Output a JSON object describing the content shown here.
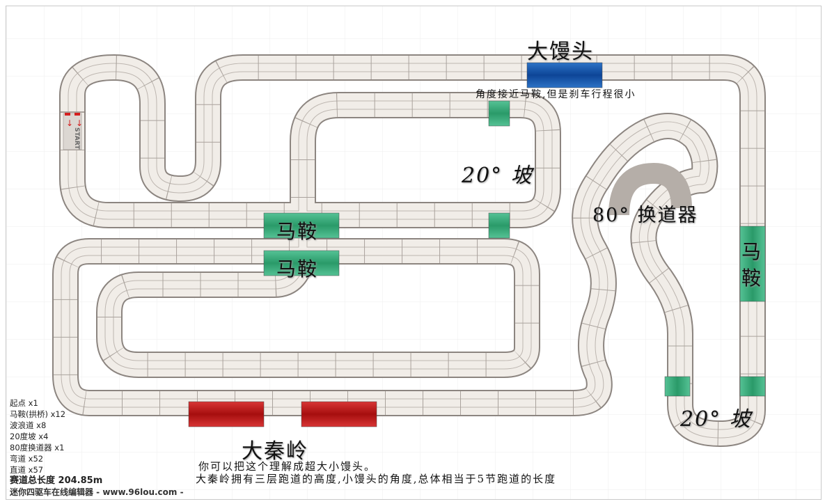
{
  "labels": {
    "big_mantou": "大馒头",
    "note_mantou": "角度接近马鞍,但是刹车行程很小",
    "slope_upper": "20° 坡",
    "changer": "80° 换道器",
    "saddle_1": "马鞍",
    "saddle_2": "马鞍",
    "saddle_right": "马\n鞍",
    "slope_lower": "20° 坡",
    "qinling": "大秦岭",
    "note_qinling_1": "你可以把这个理解成超大小馒头。",
    "note_qinling_2": "大秦岭拥有三层跑道的高度,小馒头的角度,总体相当于5节跑道的长度",
    "start": "START"
  },
  "legend": {
    "items": [
      "起点 x1",
      "马鞍(拱桥) x12",
      "波浪道 x8",
      "20度坡 x4",
      "80度换道器 x1",
      "弯道 x52",
      "直道 x57"
    ],
    "total": "赛道总长度 204.85m",
    "site": "迷你四驱车在线编辑器 - www.96lou.com -"
  },
  "colors": {
    "track_fill": "#f1ede8",
    "track_edge": "#8c8580",
    "lane_line": "#bdb6b0",
    "grid": "#eeeeee",
    "saddle_green": "#2f9e6e",
    "mantou_blue": "#1556a8",
    "qinling_red": "#bf1717",
    "start_red": "#d42020"
  }
}
